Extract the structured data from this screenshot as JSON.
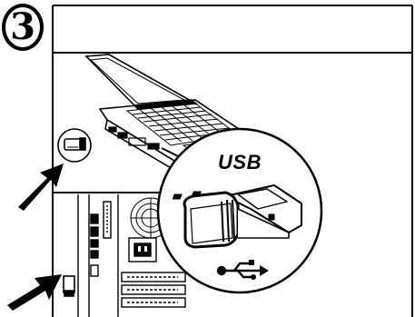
{
  "step": {
    "number": "3"
  },
  "callout": {
    "label": "USB",
    "symbol_icon": "usb-symbol-icon"
  },
  "scenes": [
    {
      "name": "laptop-illustration"
    },
    {
      "name": "desktop-tower-illustration"
    }
  ],
  "arrows": [
    {
      "name": "arrow-to-laptop-port"
    },
    {
      "name": "arrow-to-desktop-port"
    }
  ],
  "colors": {
    "ink": "#000000",
    "paper": "#ffffff"
  }
}
